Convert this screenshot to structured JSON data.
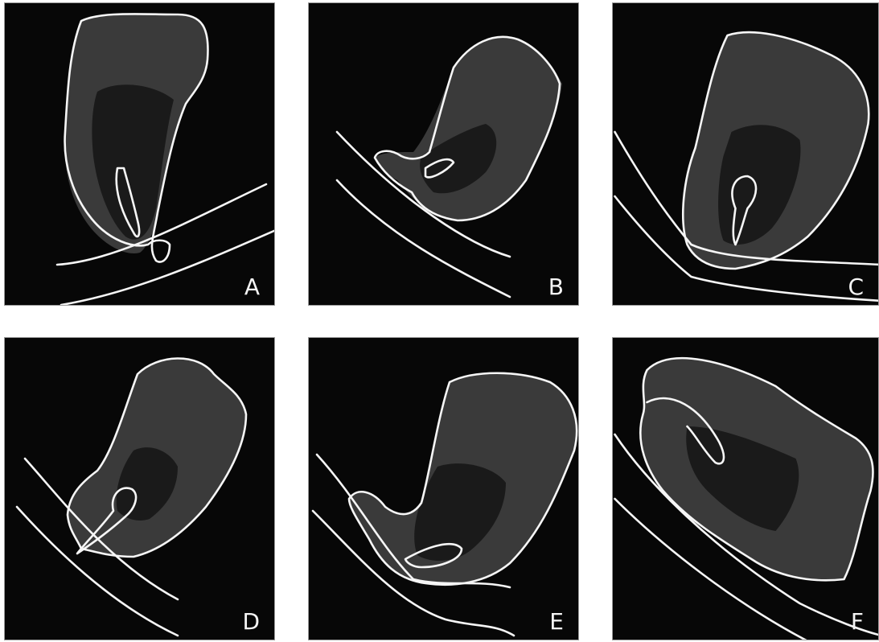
{
  "figure": {
    "panels": [
      {
        "id": "A",
        "label": "A",
        "icon": "tooth-radiograph-icon"
      },
      {
        "id": "B",
        "label": "B",
        "icon": "tooth-radiograph-icon"
      },
      {
        "id": "C",
        "label": "C",
        "icon": "tooth-radiograph-icon"
      },
      {
        "id": "D",
        "label": "D",
        "icon": "tooth-radiograph-icon"
      },
      {
        "id": "E",
        "label": "E",
        "icon": "tooth-radiograph-icon"
      },
      {
        "id": "F",
        "label": "F",
        "icon": "tooth-radiograph-icon"
      }
    ]
  },
  "colors": {
    "background": "#070707",
    "outline": "#f6f6f6",
    "label": "#f4f4f4",
    "page": "#ffffff"
  }
}
